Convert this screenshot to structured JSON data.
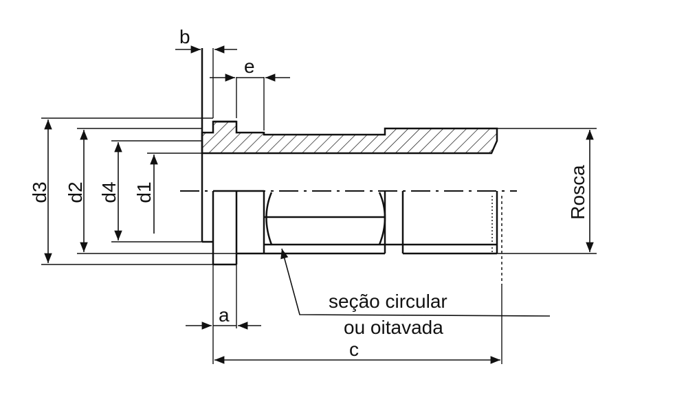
{
  "diagram": {
    "dimension_labels": {
      "b": "b",
      "e": "e",
      "d3": "d3",
      "d2": "d2",
      "d4": "d4",
      "d1": "d1",
      "rosca": "Rosca",
      "a": "a",
      "c": "c"
    },
    "note": {
      "line1": "seção circular",
      "line2": "ou oitavada"
    },
    "colors": {
      "ink": "#111111",
      "background": "#ffffff"
    }
  }
}
